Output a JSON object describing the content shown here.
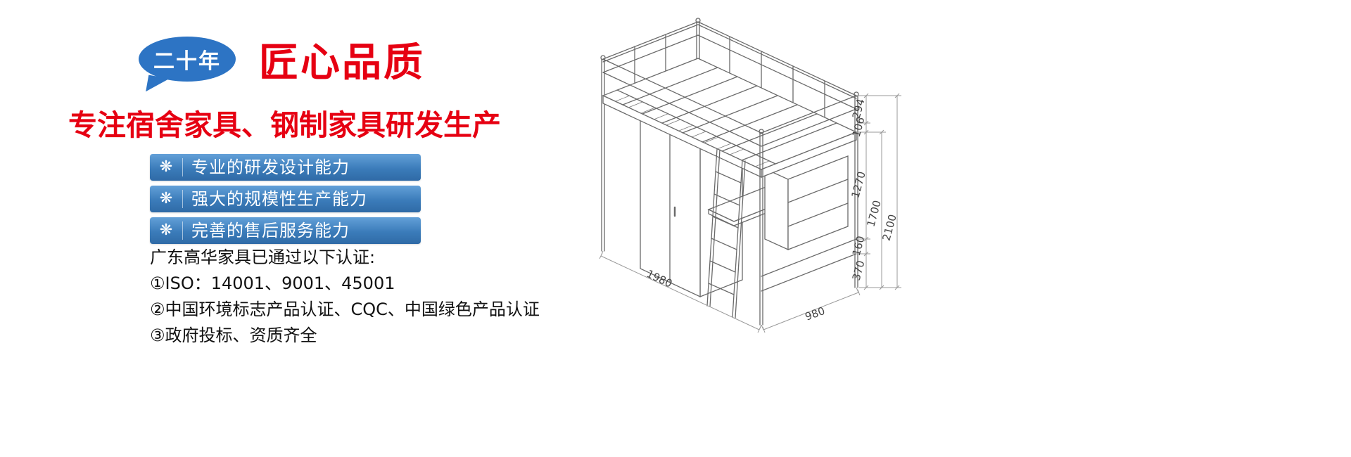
{
  "hero": {
    "badge_text": "二十年",
    "title": "匠心品质",
    "subtitle": "专注宿舍家具、钢制家具研发生产",
    "feature_icon": "❋",
    "features": [
      {
        "label": "专业的研发设计能力"
      },
      {
        "label": "强大的规模性生产能力"
      },
      {
        "label": "完善的售后服务能力"
      }
    ],
    "certifications": {
      "intro": "广东高华家具已通过以下认证:",
      "items": [
        "①ISO：14001、9001、45001",
        "②中国环境标志产品认证、CQC、中国绿色产品认证",
        "③政府投标、资质齐全"
      ]
    }
  },
  "diagram": {
    "dims": {
      "d294": "294",
      "d106": "106",
      "d1270": "1270",
      "d1700": "1700",
      "d2100": "2100",
      "d160": "160",
      "d370": "370",
      "d1980": "1980",
      "d980": "980"
    }
  },
  "colors": {
    "accent_red": "#e60012",
    "bubble_blue": "#2d74c4",
    "bar_blue": "#3b7cba"
  }
}
